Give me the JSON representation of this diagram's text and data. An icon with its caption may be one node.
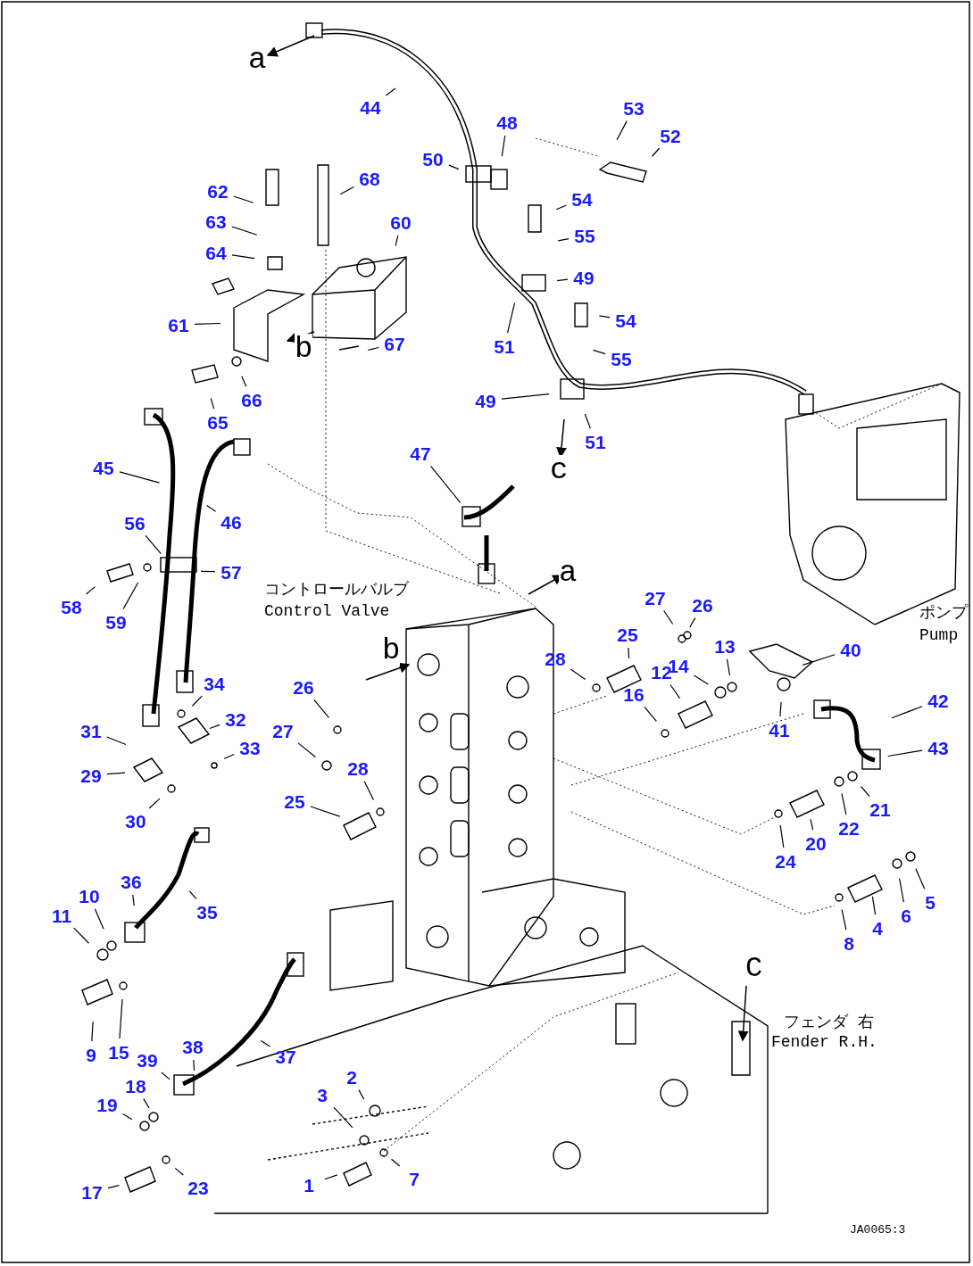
{
  "diagram": {
    "nodes": [
      {
        "text": [
          "44"
        ]
      },
      {
        "text": [
          "48"
        ]
      },
      {
        "text": [
          "50"
        ]
      },
      {
        "text": [
          "53"
        ]
      },
      {
        "text": [
          "52"
        ]
      },
      {
        "text": [
          "54"
        ]
      },
      {
        "text": [
          "55"
        ]
      },
      {
        "text": [
          "49"
        ]
      },
      {
        "text": [
          "51"
        ]
      },
      {
        "text": [
          "54"
        ]
      },
      {
        "text": [
          "55"
        ]
      },
      {
        "text": [
          "49"
        ]
      },
      {
        "text": [
          "51"
        ]
      },
      {
        "text": [
          "62"
        ]
      },
      {
        "text": [
          "63"
        ]
      },
      {
        "text": [
          "64"
        ]
      },
      {
        "text": [
          "68"
        ]
      },
      {
        "text": [
          "60"
        ]
      },
      {
        "text": [
          "61"
        ]
      },
      {
        "text": [
          "67"
        ]
      },
      {
        "text": [
          "66"
        ]
      },
      {
        "text": [
          "65"
        ]
      },
      {
        "text": [
          "45"
        ]
      },
      {
        "text": [
          "46"
        ]
      },
      {
        "text": [
          "56"
        ]
      },
      {
        "text": [
          "57"
        ]
      },
      {
        "text": [
          "58"
        ]
      },
      {
        "text": [
          "59"
        ]
      },
      {
        "text": [
          "47"
        ]
      },
      {
        "text": [
          "34"
        ]
      },
      {
        "text": [
          "32"
        ]
      },
      {
        "text": [
          "33"
        ]
      },
      {
        "text": [
          "31"
        ]
      },
      {
        "text": [
          "29"
        ]
      },
      {
        "text": [
          "30"
        ]
      },
      {
        "text": [
          "26"
        ]
      },
      {
        "text": [
          "27"
        ]
      },
      {
        "text": [
          "28"
        ]
      },
      {
        "text": [
          "25"
        ]
      },
      {
        "text": [
          "36"
        ]
      },
      {
        "text": [
          "35"
        ]
      },
      {
        "text": [
          "10"
        ]
      },
      {
        "text": [
          "11"
        ]
      },
      {
        "text": [
          "9"
        ]
      },
      {
        "text": [
          "15"
        ]
      },
      {
        "text": [
          "38"
        ]
      },
      {
        "text": [
          "37"
        ]
      },
      {
        "text": [
          "39"
        ]
      },
      {
        "text": [
          "18"
        ]
      },
      {
        "text": [
          "19"
        ]
      },
      {
        "text": [
          "3"
        ]
      },
      {
        "text": [
          "2"
        ]
      },
      {
        "text": [
          "17"
        ]
      },
      {
        "text": [
          "23"
        ]
      },
      {
        "text": [
          "1"
        ]
      },
      {
        "text": [
          "7"
        ]
      },
      {
        "text": [
          "27"
        ]
      },
      {
        "text": [
          "26"
        ]
      },
      {
        "text": [
          "25"
        ]
      },
      {
        "text": [
          "28"
        ]
      },
      {
        "text": [
          "12"
        ]
      },
      {
        "text": [
          "14"
        ]
      },
      {
        "text": [
          "13"
        ]
      },
      {
        "text": [
          "16"
        ]
      },
      {
        "text": [
          "40"
        ]
      },
      {
        "text": [
          "41"
        ]
      },
      {
        "text": [
          "42"
        ]
      },
      {
        "text": [
          "43"
        ]
      },
      {
        "text": [
          "21"
        ]
      },
      {
        "text": [
          "22"
        ]
      },
      {
        "text": [
          "20"
        ]
      },
      {
        "text": [
          "24"
        ]
      },
      {
        "text": [
          "4"
        ]
      },
      {
        "text": [
          "5"
        ]
      },
      {
        "text": [
          "6"
        ]
      },
      {
        "text": [
          "8"
        ]
      }
    ],
    "edges": [
      {
        "from": 0,
        "to": null,
        "arrow": "none"
      },
      {
        "from": 1,
        "to": null,
        "arrow": "none"
      },
      {
        "from": 2,
        "to": null,
        "arrow": "none"
      },
      {
        "from": 3,
        "to": null,
        "arrow": "none"
      },
      {
        "from": 4,
        "to": null,
        "arrow": "none"
      },
      {
        "from": 5,
        "to": null,
        "arrow": "none"
      },
      {
        "from": 6,
        "to": null,
        "arrow": "none"
      },
      {
        "from": 7,
        "to": null,
        "arrow": "none"
      },
      {
        "from": 8,
        "to": null,
        "arrow": "none"
      },
      {
        "from": 9,
        "to": null,
        "arrow": "none"
      },
      {
        "from": 10,
        "to": null,
        "arrow": "none"
      },
      {
        "from": 11,
        "to": null,
        "arrow": "none"
      },
      {
        "from": 12,
        "to": null,
        "arrow": "none"
      },
      {
        "from": 13,
        "to": null,
        "arrow": "none"
      },
      {
        "from": 14,
        "to": null,
        "arrow": "none"
      },
      {
        "from": 15,
        "to": null,
        "arrow": "none"
      },
      {
        "from": 16,
        "to": null,
        "arrow": "none"
      },
      {
        "from": 17,
        "to": null,
        "arrow": "none"
      },
      {
        "from": 18,
        "to": null,
        "arrow": "none"
      },
      {
        "from": 19,
        "to": null,
        "arrow": "none"
      },
      {
        "from": 20,
        "to": null,
        "arrow": "none"
      },
      {
        "from": 21,
        "to": null,
        "arrow": "none"
      },
      {
        "from": 22,
        "to": null,
        "arrow": "none"
      },
      {
        "from": 23,
        "to": null,
        "arrow": "none"
      },
      {
        "from": 24,
        "to": null,
        "arrow": "none"
      },
      {
        "from": 25,
        "to": null,
        "arrow": "none"
      },
      {
        "from": 26,
        "to": null,
        "arrow": "none"
      },
      {
        "from": 27,
        "to": null,
        "arrow": "none"
      },
      {
        "from": 28,
        "to": null,
        "arrow": "none"
      },
      {
        "from": 29,
        "to": null,
        "arrow": "none"
      },
      {
        "from": 30,
        "to": null,
        "arrow": "none"
      },
      {
        "from": 31,
        "to": null,
        "arrow": "none"
      },
      {
        "from": 32,
        "to": null,
        "arrow": "none"
      },
      {
        "from": 33,
        "to": null,
        "arrow": "none"
      },
      {
        "from": 34,
        "to": null,
        "arrow": "none"
      },
      {
        "from": 35,
        "to": null,
        "arrow": "none"
      },
      {
        "from": 36,
        "to": null,
        "arrow": "none"
      },
      {
        "from": 37,
        "to": null,
        "arrow": "none"
      },
      {
        "from": 38,
        "to": null,
        "arrow": "none"
      },
      {
        "from": 39,
        "to": null,
        "arrow": "none"
      },
      {
        "from": 40,
        "to": null,
        "arrow": "none"
      },
      {
        "from": 41,
        "to": null,
        "arrow": "none"
      },
      {
        "from": 42,
        "to": null,
        "arrow": "none"
      },
      {
        "from": 43,
        "to": null,
        "arrow": "none"
      },
      {
        "from": 44,
        "to": null,
        "arrow": "none"
      },
      {
        "from": 45,
        "to": null,
        "arrow": "none"
      },
      {
        "from": 46,
        "to": null,
        "arrow": "none"
      },
      {
        "from": 47,
        "to": null,
        "arrow": "none"
      },
      {
        "from": 48,
        "to": null,
        "arrow": "none"
      },
      {
        "from": 49,
        "to": null,
        "arrow": "none"
      },
      {
        "from": 50,
        "to": null,
        "arrow": "none"
      },
      {
        "from": 51,
        "to": null,
        "arrow": "none"
      },
      {
        "from": 52,
        "to": null,
        "arrow": "none"
      },
      {
        "from": 53,
        "to": null,
        "arrow": "none"
      },
      {
        "from": 54,
        "to": null,
        "arrow": "none"
      },
      {
        "from": 55,
        "to": null,
        "arrow": "none"
      },
      {
        "from": 56,
        "to": null,
        "arrow": "none"
      },
      {
        "from": 57,
        "to": null,
        "arrow": "none"
      },
      {
        "from": 58,
        "to": null,
        "arrow": "none"
      },
      {
        "from": 59,
        "to": null,
        "arrow": "none"
      },
      {
        "from": 60,
        "to": null,
        "arrow": "none"
      },
      {
        "from": 61,
        "to": null,
        "arrow": "none"
      },
      {
        "from": 62,
        "to": null,
        "arrow": "none"
      },
      {
        "from": 63,
        "to": null,
        "arrow": "none"
      },
      {
        "from": 64,
        "to": null,
        "arrow": "none"
      },
      {
        "from": 65,
        "to": null,
        "arrow": "none"
      },
      {
        "from": 66,
        "to": null,
        "arrow": "none"
      },
      {
        "from": 67,
        "to": null,
        "arrow": "none"
      },
      {
        "from": 68,
        "to": null,
        "arrow": "none"
      },
      {
        "from": 69,
        "to": null,
        "arrow": "none"
      },
      {
        "from": 70,
        "to": null,
        "arrow": "none"
      },
      {
        "from": 71,
        "to": null,
        "arrow": "none"
      },
      {
        "from": 72,
        "to": null,
        "arrow": "none"
      },
      {
        "from": 73,
        "to": null,
        "arrow": "none"
      },
      {
        "from": 74,
        "to": null,
        "arrow": "none"
      },
      {
        "from": 75,
        "to": null,
        "arrow": "none"
      }
    ],
    "labels": [
      "a",
      "b",
      "c",
      "a",
      "コントロールバルブ",
      "Control Valve",
      "ポンプ",
      "Pump",
      "b",
      "C",
      "フェンダ 右",
      "Fender R.H.",
      "JA0065:3"
    ]
  }
}
